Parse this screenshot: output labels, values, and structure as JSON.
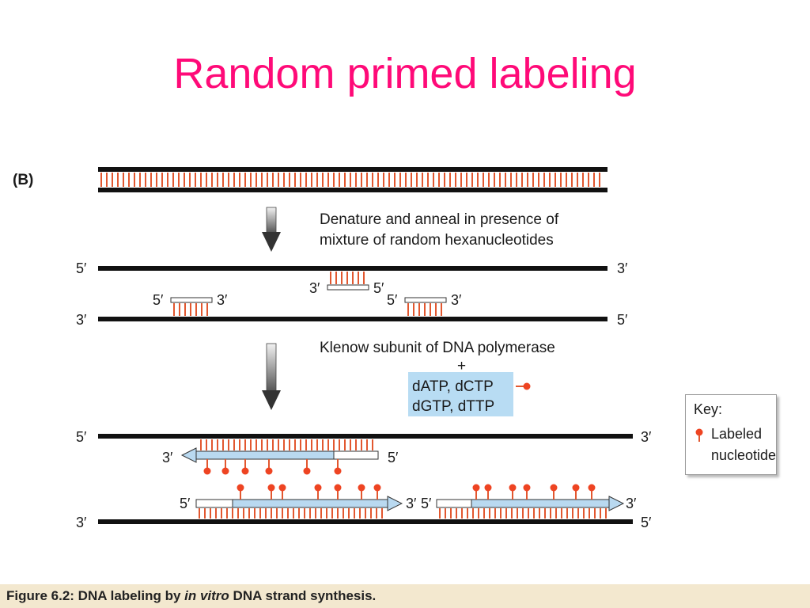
{
  "title": "Random primed labeling",
  "panel_label": "(B)",
  "steps": {
    "step1_line1": "Denature and anneal in presence of",
    "step1_line2": "mixture of random hexanucleotides",
    "step2_line1": "Klenow subunit of DNA polymerase",
    "step2_plus": "+",
    "step2_line3": "dATP, dCTP",
    "step2_line4": "dGTP, dTTP"
  },
  "ends": {
    "five": "5′",
    "three": "3′"
  },
  "key": {
    "title": "Key:",
    "line1": "Labeled",
    "line2": "nucleotide"
  },
  "caption": {
    "prefix": "Figure 6.2: DNA labeling by ",
    "italic": "in vitro",
    "suffix": " DNA strand synthesis."
  },
  "colors": {
    "title": "#ff0a78",
    "rung": "#e2572f",
    "label_dot": "#ee4422",
    "arrow_fill": "#b9d9f0",
    "highlight": "#b8dcf3"
  }
}
